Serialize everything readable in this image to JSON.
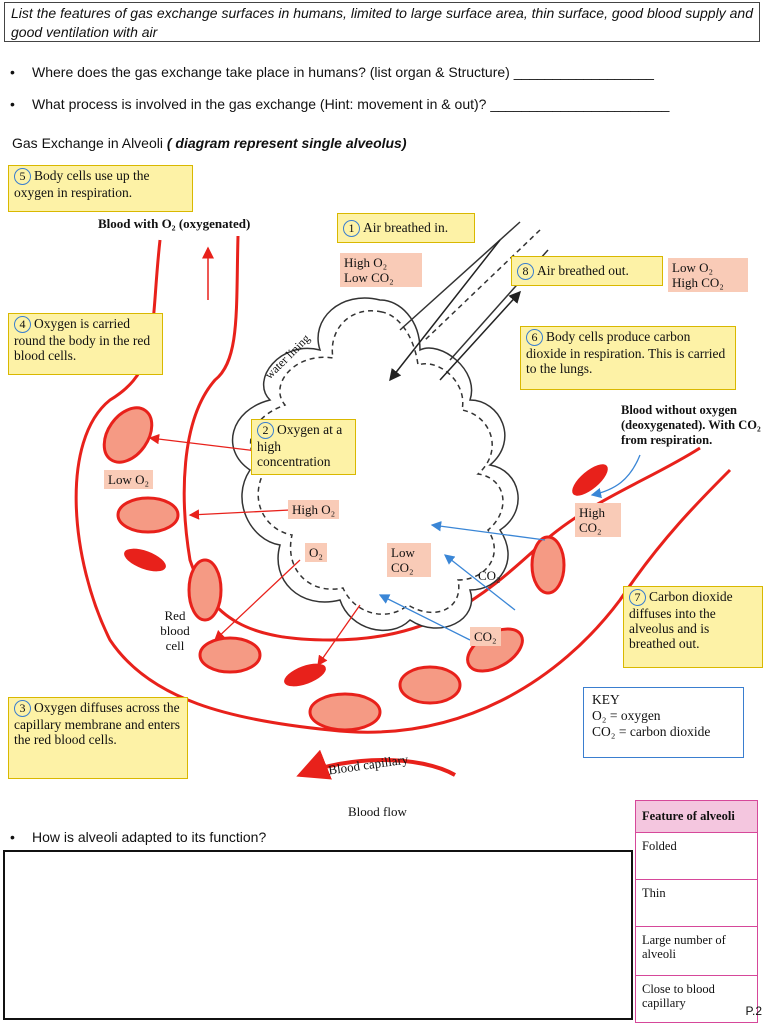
{
  "instruction": "List the features of gas exchange surfaces in humans, limited to large surface area, thin surface, good blood supply and good ventilation with air",
  "questions": {
    "q1": "Where does the gas exchange take place in humans? (list organ & Structure) __________________",
    "q2": "What process is involved in the gas exchange (Hint: movement in & out)? _______________________",
    "q3": "How is alveoli adapted to its function?"
  },
  "diagram": {
    "heading_plain": "Gas Exchange in Alveoli ",
    "heading_bold": "( diagram represent single alveolus)",
    "steps": [
      {
        "n": "5",
        "text": "Body cells use up the oxygen in respiration."
      },
      {
        "n": "1",
        "text": "Air breathed in."
      },
      {
        "n": "8",
        "text": "Air breathed out."
      },
      {
        "n": "4",
        "text": "Oxygen is carried round the body in the red blood cells."
      },
      {
        "n": "6",
        "text": "Body cells produce carbon dioxide in respiration. This is carried to the lungs."
      },
      {
        "n": "2",
        "text": "Oxygen at a high concentration"
      },
      {
        "n": "7",
        "text": "Carbon dioxide diffuses into the alveolus and is breathed out."
      },
      {
        "n": "3",
        "text": "Oxygen diffuses across the capillary membrane and enters the red blood cells."
      }
    ],
    "labels": {
      "blood_oxygenated": "Blood with O₂ (oxygenated)",
      "high_o2_low_co2": "High O₂\nLow CO₂",
      "low_o2_high_co2": "Low O₂\nHigh CO₂",
      "water_lining": "water lining",
      "blood_deoxygenated": "Blood without oxygen (deoxygenated). With CO₂ from respiration.",
      "low_o2": "Low O₂",
      "high_o2": "High O₂",
      "high_co2": "High CO₂",
      "o2": "O₂",
      "low_co2": "Low CO₂",
      "co2_a": "CO₂",
      "co2_b": "CO₂",
      "red_blood_cell": "Red blood cell",
      "blood_capillary": "Blood capillary",
      "blood_flow": "Blood flow"
    },
    "key": {
      "title": "KEY",
      "line1": "O₂ = oxygen",
      "line2": "CO₂ = carbon dioxide"
    },
    "colors": {
      "capillary": "#e8211b",
      "yellow": "#fdf2a6",
      "pink": "#f9cbb7",
      "blue_arrow": "#3a86d6"
    }
  },
  "feature_table": {
    "header": "Feature of alveoli",
    "rows": [
      "Folded",
      "Thin",
      "Large number of alveoli",
      "Close to blood capillary"
    ]
  },
  "page_number": "P.2"
}
